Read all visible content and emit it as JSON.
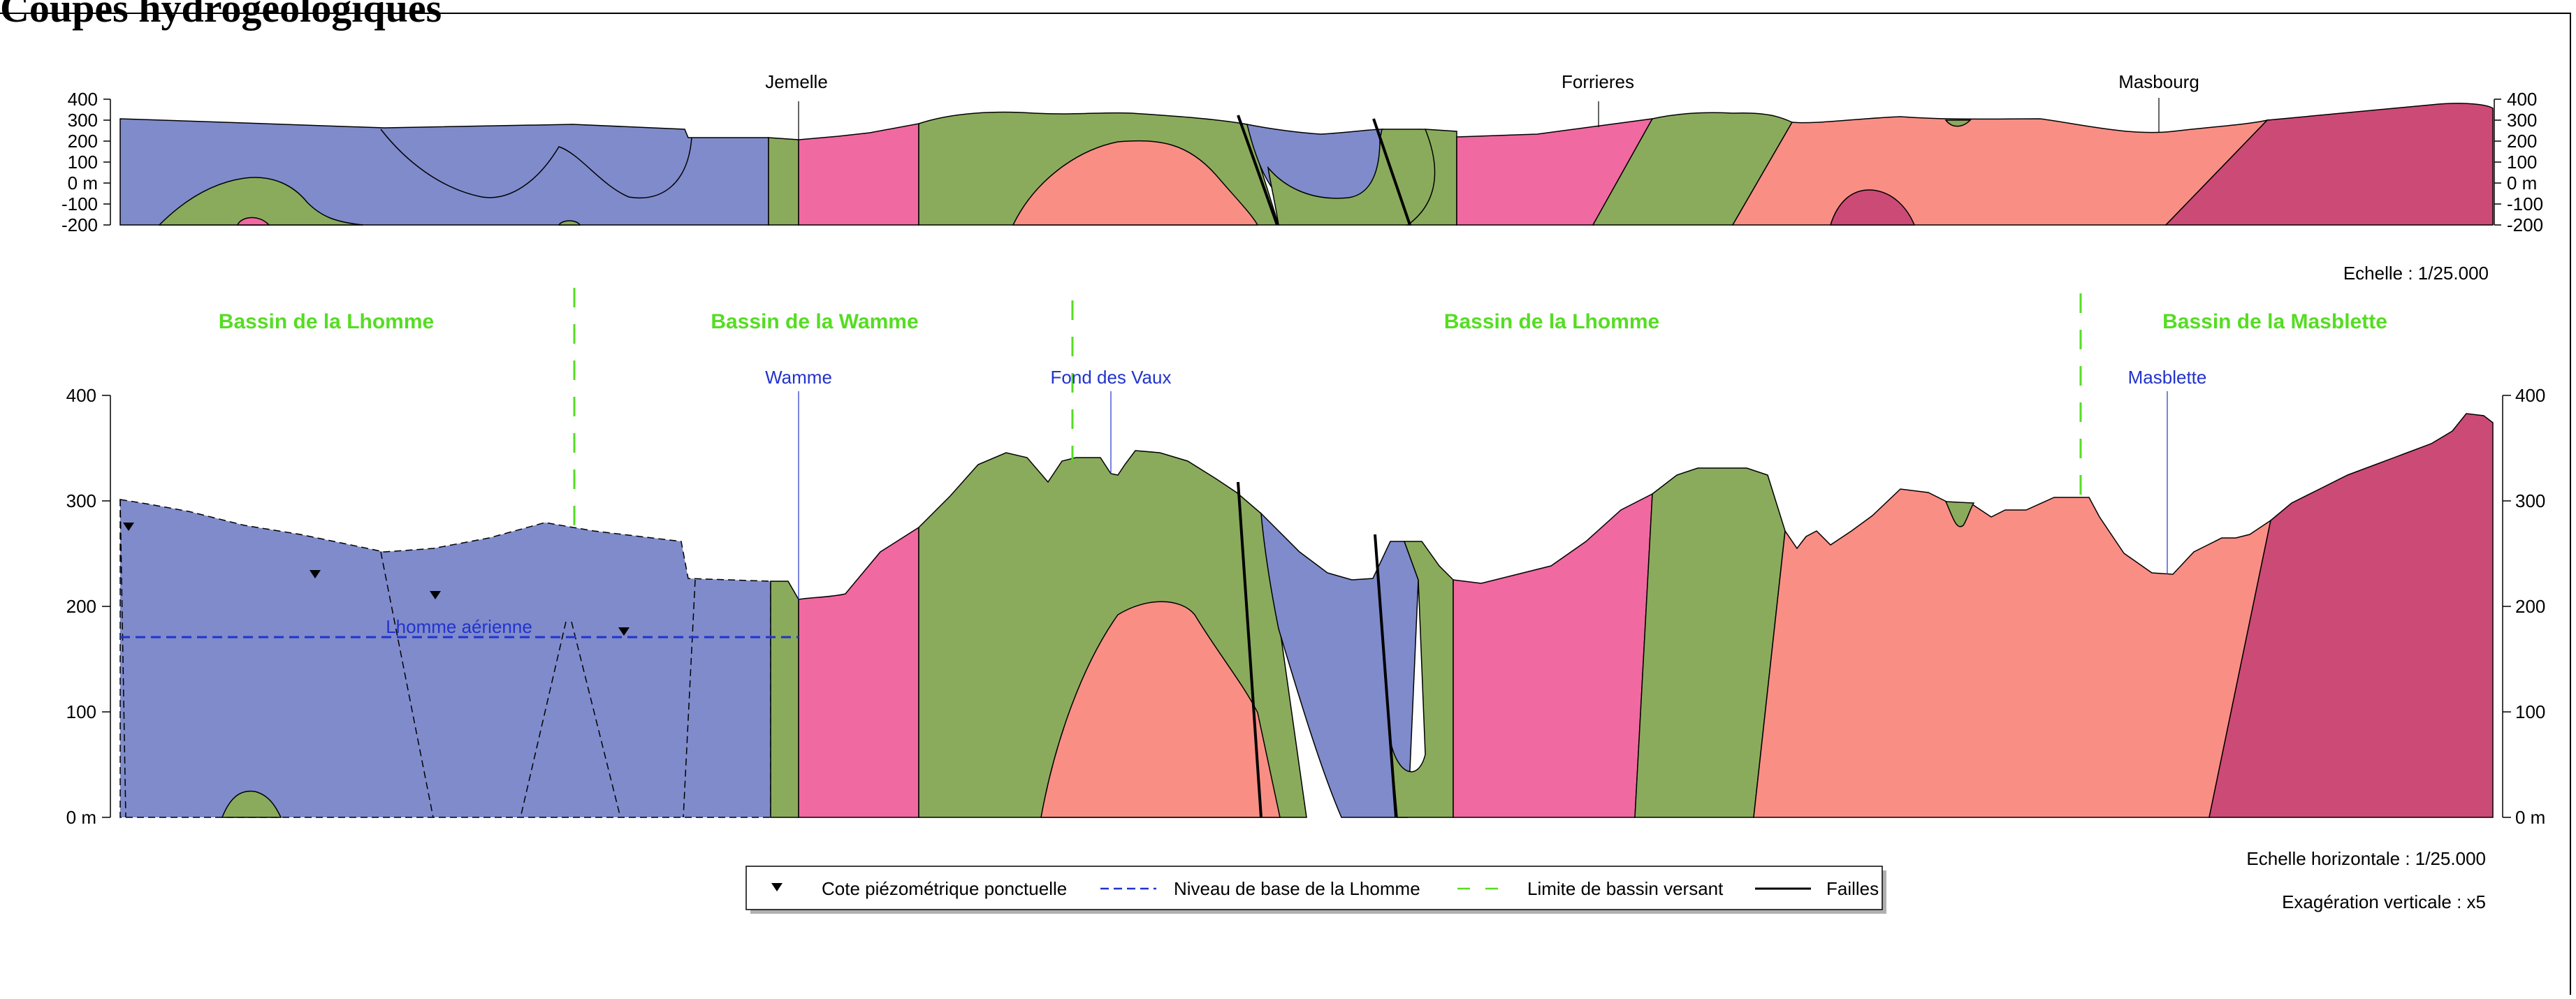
{
  "title": "Coupes hydrogéologiques",
  "colors": {
    "blue_unit": "#7f8bcb",
    "green_unit": "#8aab5c",
    "pink_unit": "#f069a0",
    "salmon_unit": "#f98e85",
    "crimson_unit": "#cc4a76",
    "basin_limit": "#55dd22",
    "river_label": "#2233cc",
    "base_level": "#2233cc"
  },
  "top_section": {
    "y_ticks": [
      "400",
      "300",
      "200",
      "100",
      "0 m",
      "-100",
      "-200"
    ],
    "places": [
      "Jemelle",
      "Forrieres",
      "Masbourg"
    ],
    "scale_label": "Echelle : 1/25.000"
  },
  "bottom_section": {
    "y_ticks": [
      "400",
      "300",
      "200",
      "100",
      "0 m"
    ],
    "basins": [
      "Bassin de la Lhomme",
      "Bassin de la Wamme",
      "Bassin de la Lhomme",
      "Bassin de la Masblette"
    ],
    "rivers": [
      "Wamme",
      "Fond des Vaux",
      "Masblette"
    ],
    "aquifer_label": "Lhomme aérienne",
    "scale_horizontal": "Echelle horizontale : 1/25.000",
    "vertical_exaggeration": "Exagération verticale : x5"
  },
  "legend": {
    "items": [
      {
        "symbol": "triangle-icon",
        "label": "Cote piézométrique ponctuelle"
      },
      {
        "symbol": "dashed-blue-line",
        "label": "Niveau de base de la Lhomme"
      },
      {
        "symbol": "dashed-green-line",
        "label": "Limite de bassin versant"
      },
      {
        "symbol": "solid-black-line",
        "label": "Failles"
      }
    ]
  }
}
